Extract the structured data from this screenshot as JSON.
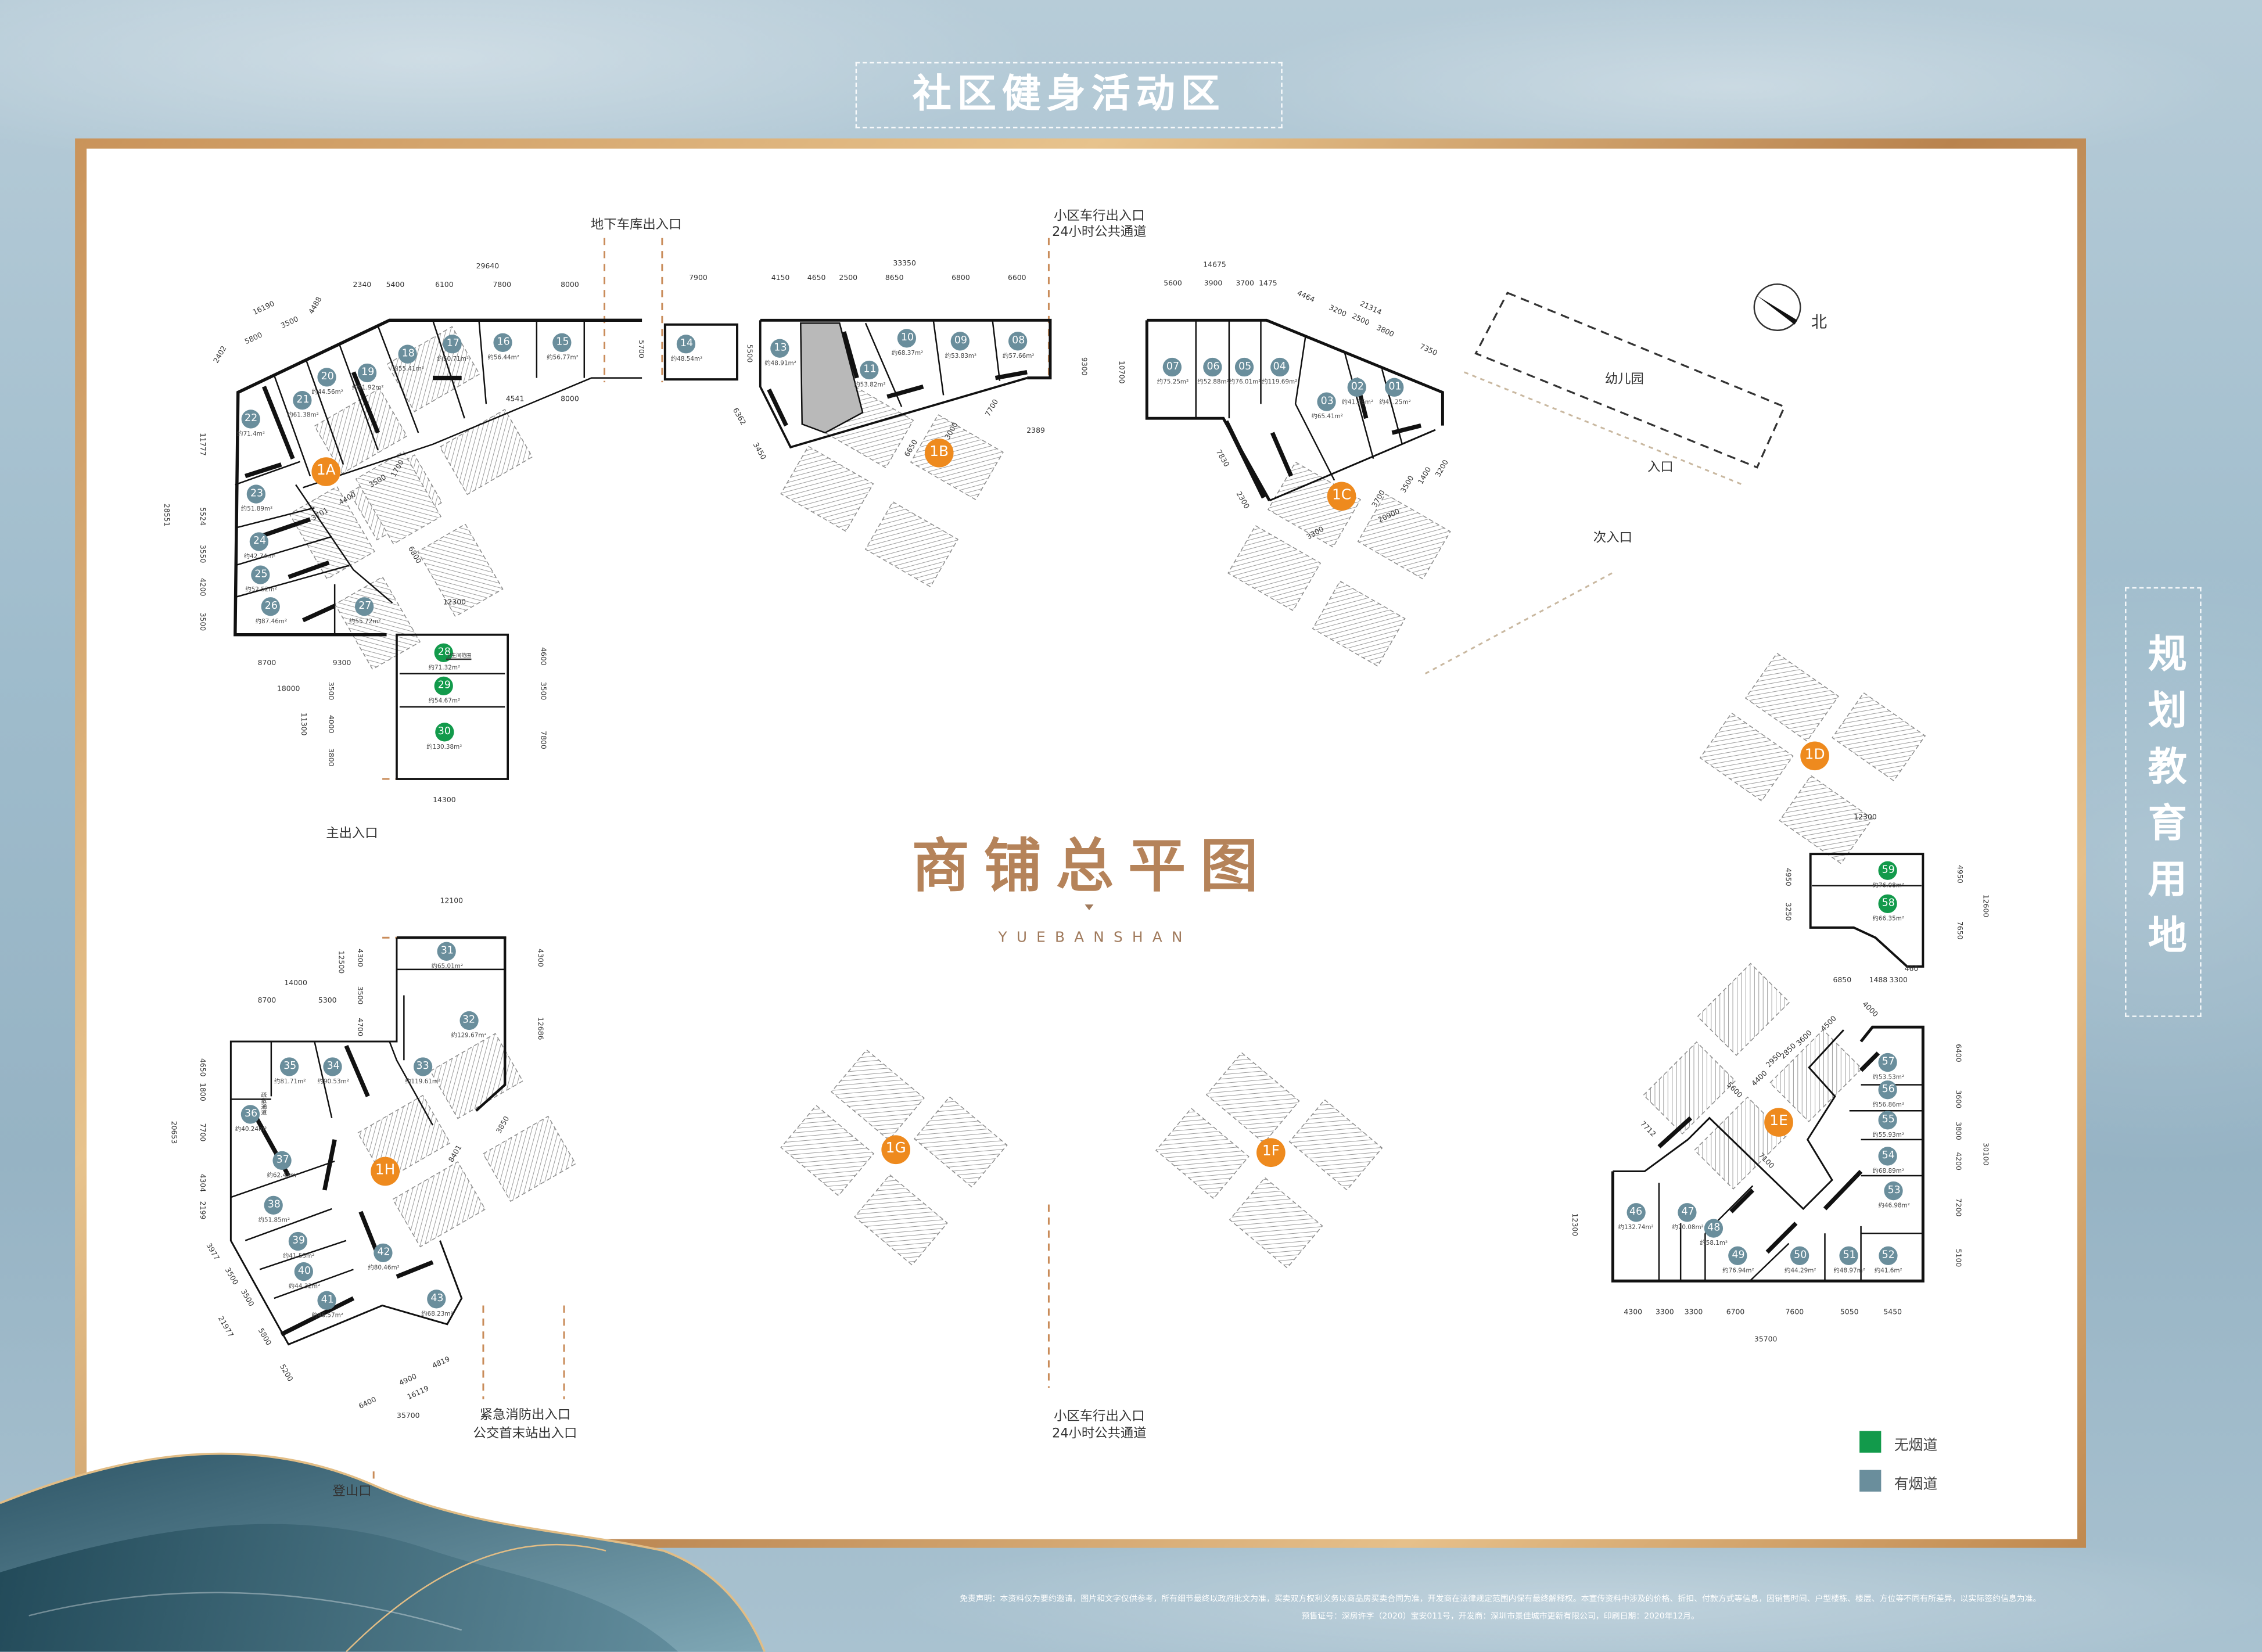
{
  "banner_top": "社区健身活动区",
  "side_label": "规划教育用地",
  "title": "商铺总平图",
  "subtitle": "YUEBANSHAN",
  "colors": {
    "no_flue": "#129a4b",
    "has_flue": "#6a8e9c",
    "building_marker": "#ee8a1e",
    "title": "#b5835a"
  },
  "legend": [
    {
      "label": "无烟道",
      "color": "#129a4b"
    },
    {
      "label": "有烟道",
      "color": "#6a8e9c"
    }
  ],
  "labels": {
    "garage_entrance": "地下车库出入口",
    "vehicle_entrance_top_1": "小区车行出入口",
    "vehicle_entrance_top_2": "24小时公共通道",
    "main_entrance": "主出入口",
    "fire_entrance_1": "紧急消防出入口",
    "fire_entrance_2": "公交首末站出入口",
    "vehicle_entrance_bottom_1": "小区车行出入口",
    "vehicle_entrance_bottom_2": "24小时公共通道",
    "hiking_entrance": "登山口",
    "north": "北",
    "kindergarten": "幼儿园",
    "entrance": "入口",
    "secondary_entrance": "次入口",
    "restroom_area": "卫生间范围",
    "evacuation": "疏散通道"
  },
  "buildings": [
    "1A",
    "1B",
    "1C",
    "1D",
    "1E",
    "1F",
    "1G",
    "1H"
  ],
  "shops": [
    {
      "id": "01",
      "area": "约41.25m²",
      "flue": "yes"
    },
    {
      "id": "02",
      "area": "约41.26m²",
      "flue": "yes"
    },
    {
      "id": "03",
      "area": "约65.41m²",
      "flue": "yes"
    },
    {
      "id": "04",
      "area": "约119.69m²",
      "flue": "yes"
    },
    {
      "id": "05",
      "area": "约76.01m²",
      "flue": "yes"
    },
    {
      "id": "06",
      "area": "约52.88m²",
      "flue": "yes"
    },
    {
      "id": "07",
      "area": "约75.25m²",
      "flue": "yes"
    },
    {
      "id": "08",
      "area": "约57.66m²",
      "flue": "yes"
    },
    {
      "id": "09",
      "area": "约53.83m²",
      "flue": "yes"
    },
    {
      "id": "10",
      "area": "约68.37m²",
      "flue": "yes"
    },
    {
      "id": "11",
      "area": "约53.82m²",
      "flue": "yes"
    },
    {
      "id": "13",
      "area": "约48.91m²",
      "flue": "yes"
    },
    {
      "id": "14",
      "area": "约48.54m²",
      "flue": "yes"
    },
    {
      "id": "15",
      "area": "约56.77m²",
      "flue": "yes"
    },
    {
      "id": "16",
      "area": "约56.44m²",
      "flue": "yes"
    },
    {
      "id": "17",
      "area": "约50.71m²",
      "flue": "yes"
    },
    {
      "id": "18",
      "area": "约55.41m²",
      "flue": "yes"
    },
    {
      "id": "19",
      "area": "约91.92m²",
      "flue": "yes"
    },
    {
      "id": "20",
      "area": "约44.56m²",
      "flue": "yes"
    },
    {
      "id": "21",
      "area": "约61.38m²",
      "flue": "yes"
    },
    {
      "id": "22",
      "area": "约71.4m²",
      "flue": "yes"
    },
    {
      "id": "23",
      "area": "约51.89m²",
      "flue": "yes"
    },
    {
      "id": "24",
      "area": "约42.74m²",
      "flue": "yes"
    },
    {
      "id": "25",
      "area": "约52.52m²",
      "flue": "yes"
    },
    {
      "id": "26",
      "area": "约87.46m²",
      "flue": "yes"
    },
    {
      "id": "27",
      "area": "约55.72m²",
      "flue": "yes"
    },
    {
      "id": "28",
      "area": "约71.32m²",
      "flue": "no"
    },
    {
      "id": "29",
      "area": "约54.67m²",
      "flue": "no"
    },
    {
      "id": "30",
      "area": "约130.38m²",
      "flue": "no"
    },
    {
      "id": "31",
      "area": "约65.01m²",
      "flue": "yes"
    },
    {
      "id": "32",
      "area": "约129.67m²",
      "flue": "yes"
    },
    {
      "id": "33",
      "area": "约119.61m²",
      "flue": "yes"
    },
    {
      "id": "34",
      "area": "约90.53m²",
      "flue": "yes"
    },
    {
      "id": "35",
      "area": "约81.71m²",
      "flue": "yes"
    },
    {
      "id": "36",
      "area": "约40.24m²",
      "flue": "yes"
    },
    {
      "id": "37",
      "area": "约62.43m²",
      "flue": "yes"
    },
    {
      "id": "38",
      "area": "约51.85m²",
      "flue": "yes"
    },
    {
      "id": "39",
      "area": "约41.55m²",
      "flue": "yes"
    },
    {
      "id": "40",
      "area": "约44.32m²",
      "flue": "yes"
    },
    {
      "id": "41",
      "area": "约46.57m²",
      "flue": "yes"
    },
    {
      "id": "42",
      "area": "约80.46m²",
      "flue": "yes"
    },
    {
      "id": "43",
      "area": "约68.23m²",
      "flue": "yes"
    },
    {
      "id": "46",
      "area": "约132.74m²",
      "flue": "yes"
    },
    {
      "id": "47",
      "area": "约70.08m²",
      "flue": "yes"
    },
    {
      "id": "48",
      "area": "约58.1m²",
      "flue": "yes"
    },
    {
      "id": "49",
      "area": "约76.94m²",
      "flue": "yes"
    },
    {
      "id": "50",
      "area": "约44.29m²",
      "flue": "yes"
    },
    {
      "id": "51",
      "area": "约48.97m²",
      "flue": "yes"
    },
    {
      "id": "52",
      "area": "约41.6m²",
      "flue": "yes"
    },
    {
      "id": "53",
      "area": "约46.98m²",
      "flue": "yes"
    },
    {
      "id": "54",
      "area": "约68.89m²",
      "flue": "yes"
    },
    {
      "id": "55",
      "area": "约55.93m²",
      "flue": "yes"
    },
    {
      "id": "56",
      "area": "约56.86m²",
      "flue": "yes"
    },
    {
      "id": "57",
      "area": "约53.53m²",
      "flue": "yes"
    },
    {
      "id": "58",
      "area": "约66.35m²",
      "flue": "no"
    },
    {
      "id": "59",
      "area": "约76.08m²",
      "flue": "no"
    }
  ],
  "dimensions": {
    "1A": [
      "29640",
      "2340",
      "5400",
      "6100",
      "7800",
      "8000",
      "16190",
      "2402",
      "5800",
      "3500",
      "4488",
      "4541",
      "8000",
      "5700",
      "11777",
      "5524",
      "3550",
      "4200",
      "3500",
      "28551",
      "12300",
      "8700",
      "9300",
      "18000",
      "11300",
      "4000",
      "3500",
      "3800",
      "14300",
      "4600",
      "3500",
      "7800",
      "4400",
      "3500",
      "3701",
      "1700",
      "6800"
    ],
    "1B": [
      "7900",
      "33350",
      "4150",
      "4650",
      "2500",
      "8650",
      "6800",
      "6600",
      "5500",
      "9300",
      "6362",
      "3450",
      "6650",
      "3000",
      "7700",
      "2389"
    ],
    "1C": [
      "14675",
      "5600",
      "3900",
      "3700",
      "1475",
      "21314",
      "4464",
      "3200",
      "2500",
      "3800",
      "7350",
      "10700",
      "7830",
      "2300",
      "3300",
      "3700",
      "3500",
      "1400",
      "3200",
      "20900"
    ],
    "1D": [
      "12300",
      "4950",
      "3250",
      "4950",
      "7650",
      "12600",
      "6850",
      "1488",
      "3300",
      "460"
    ],
    "1E": [
      "4300",
      "3300",
      "3300",
      "6700",
      "7600",
      "5050",
      "5450",
      "35700",
      "6400",
      "3600",
      "3800",
      "4200",
      "7200",
      "5100",
      "30100",
      "12300",
      "7712",
      "7100",
      "5600",
      "4400",
      "2950",
      "2850",
      "3600",
      "4500",
      "4000"
    ],
    "1H": [
      "12100",
      "4300",
      "12500",
      "3500",
      "4700",
      "14000",
      "8700",
      "5300",
      "4300",
      "12686",
      "4650",
      "1800",
      "7700",
      "4304",
      "2199",
      "20653",
      "3977",
      "3500",
      "3500",
      "5800",
      "5200",
      "21977",
      "6400",
      "4900",
      "4819",
      "16119",
      "35700",
      "8401",
      "3850"
    ]
  },
  "footer": {
    "disclaimer": "免责声明：本资料仅为要约邀请，图片和文字仅供参考，所有细节最终以政府批文为准，买卖双方权利义务以商品房买卖合同为准，开发商在法律规定范围内保有最终解释权。本宣传资料中涉及的价格、折扣、付款方式等信息，因销售时间、户型楼栋、楼层、方位等不同有所差异，以实际签约信息为准。",
    "license": "预售证号：深房许字（2020）宝安011号，开发商：深圳市景佳城市更新有限公司，印刷日期：2020年12月。"
  }
}
